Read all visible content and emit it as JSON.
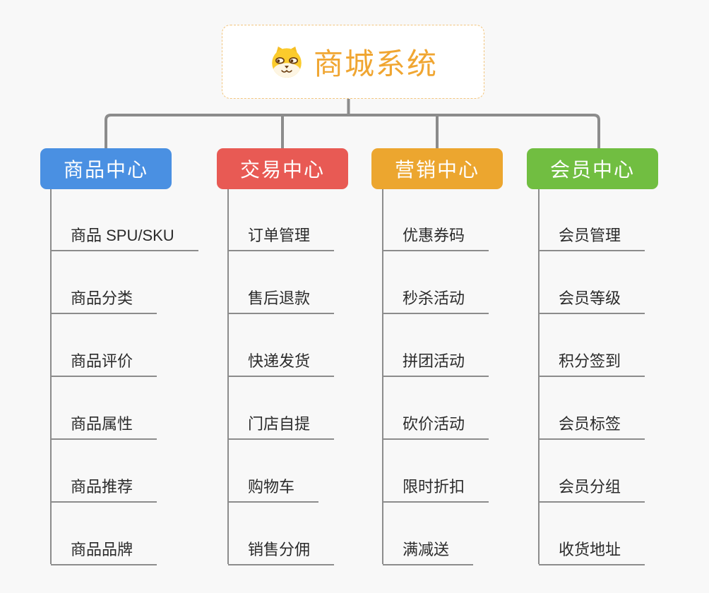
{
  "canvas": {
    "background_color": "#f8f8f8",
    "connector_color": "#8c8c8c"
  },
  "root": {
    "title": "商城系统",
    "icon": "dog-face-icon",
    "title_color": "#f0a632",
    "border_color": "#f2c57e"
  },
  "branches": [
    {
      "label": "商品中心",
      "color": "#4a90e2",
      "items": [
        "商品 SPU/SKU",
        "商品分类",
        "商品评价",
        "商品属性",
        "商品推荐",
        "商品品牌"
      ]
    },
    {
      "label": "交易中心",
      "color": "#e85a54",
      "items": [
        "订单管理",
        "售后退款",
        "快递发货",
        "门店自提",
        "购物车",
        "销售分佣"
      ]
    },
    {
      "label": "营销中心",
      "color": "#eca62f",
      "items": [
        "优惠券码",
        "秒杀活动",
        "拼团活动",
        "砍价活动",
        "限时折扣",
        "满减送"
      ]
    },
    {
      "label": "会员中心",
      "color": "#71be41",
      "items": [
        "会员管理",
        "会员等级",
        "积分签到",
        "会员标签",
        "会员分组",
        "收货地址"
      ]
    }
  ]
}
